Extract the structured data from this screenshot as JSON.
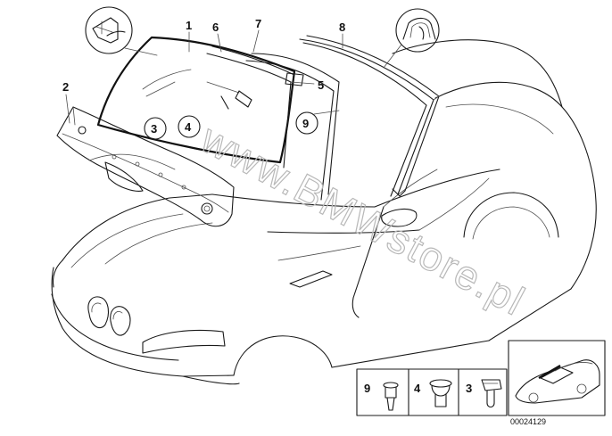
{
  "callouts": {
    "c1": "1",
    "c2": "2",
    "c3": "3",
    "c4": "4",
    "c5": "5",
    "c6": "6",
    "c7": "7",
    "c8": "8",
    "c9": "9"
  },
  "legend": {
    "l9": "9",
    "l4": "4",
    "l3": "3"
  },
  "watermark": "www.BMWstore.pl",
  "diagram_number": "00024129"
}
